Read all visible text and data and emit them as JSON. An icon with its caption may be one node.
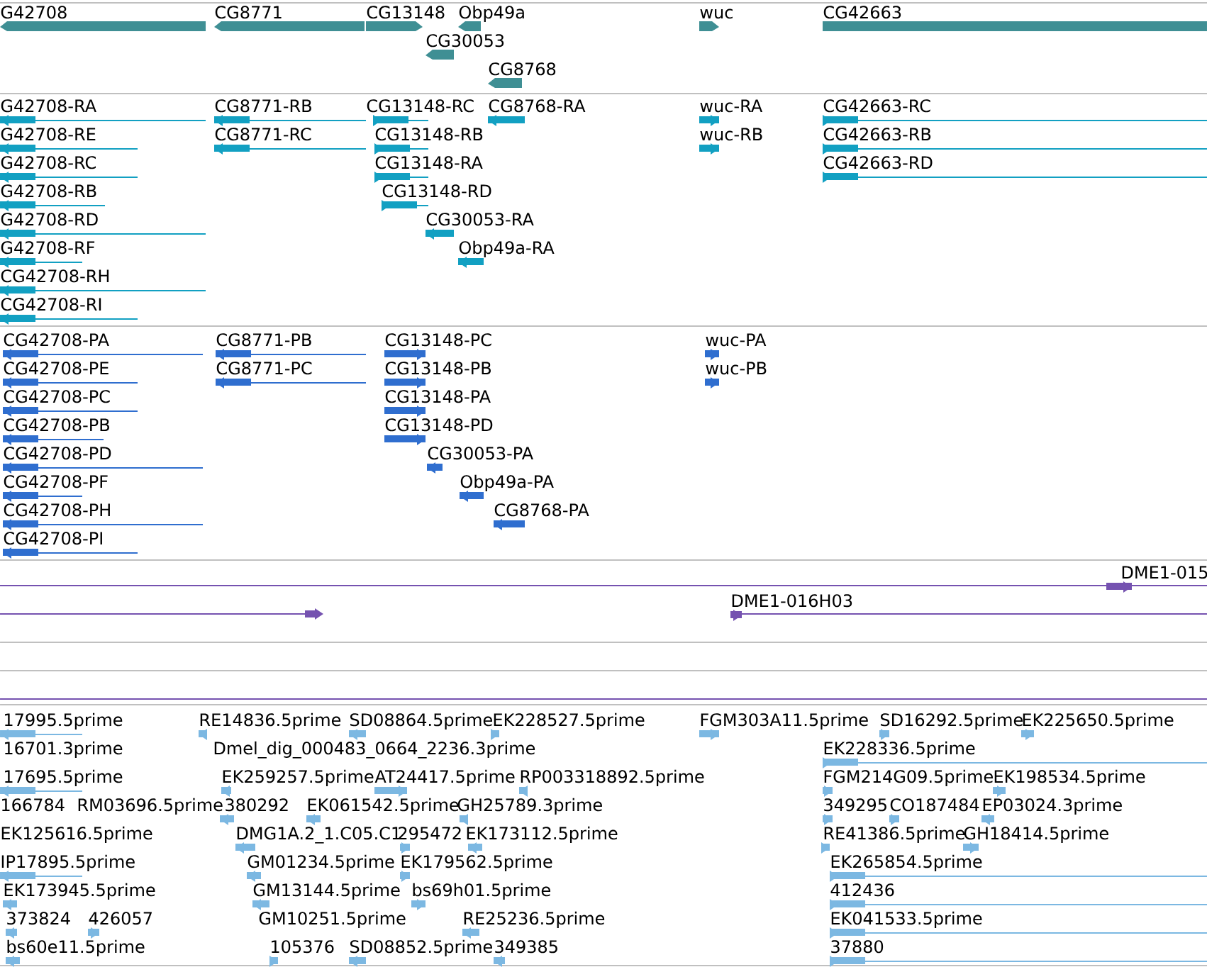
{
  "diagram": {
    "labels": [
      "G42708",
      "CG8771",
      "CG13148",
      "Obp49a",
      "wuc",
      "CG42663",
      "CG30053",
      "CG8768",
      "G42708-RA",
      "CG8771-RB",
      "CG13148-RC",
      "CG8768-RA",
      "wuc-RA",
      "CG42663-RC",
      "G42708-RE",
      "CG8771-RC",
      "CG13148-RB",
      "wuc-RB",
      "CG42663-RB",
      "G42708-RC",
      "CG13148-RA",
      "CG42663-RD",
      "G42708-RB",
      "CG13148-RD",
      "G42708-RD",
      "CG30053-RA",
      "G42708-RF",
      "Obp49a-RA",
      "CG42708-RH",
      "CG42708-RI",
      "CG42708-PA",
      "CG8771-PB",
      "CG13148-PC",
      "wuc-PA",
      "CG42708-PE",
      "CG8771-PC",
      "CG13148-PB",
      "wuc-PB",
      "CG42708-PC",
      "CG13148-PA",
      "CG42708-PB",
      "CG13148-PD",
      "CG42708-PD",
      "CG30053-PA",
      "CG42708-PF",
      "Obp49a-PA",
      "CG42708-PH",
      "CG8768-PA",
      "CG42708-PI",
      "DME1-015",
      "DME1-016H03",
      "17995.5prime",
      "RE14836.5prime",
      "SD08864.5prime",
      "EK228527.5prime",
      "FGM303A11.5prime",
      "SD16292.5prime",
      "EK225650.5prime",
      "16701.3prime",
      "Dmel_dig_000483_0664_2236.3prime",
      "EK228336.5prime",
      "17695.5prime",
      "EK259257.5prime",
      "AT24417.5prime",
      "RP003318892.5prime",
      "FGM214G09.5prime",
      "EK198534.5prime",
      "166784",
      "RM03696.5prime",
      "380292",
      "EK061542.5prime",
      "GH25789.3prime",
      "349295",
      "CO187484",
      "EP03024.3prime",
      "EK125616.5prime",
      "DMG1A.2_1.C05.C1",
      "295472",
      "EK173112.5prime",
      "RE41386.5prime",
      "GH18414.5prime",
      "IP17895.5prime",
      "GM01234.5prime",
      "EK179562.5prime",
      "EK265854.5prime",
      "EK173945.5prime",
      "GM13144.5prime",
      "bs69h01.5prime",
      "412436",
      "373824",
      "426057",
      "GM10251.5prime",
      "RE25236.5prime",
      "EK041533.5prime",
      "bs60e11.5prime",
      "105376",
      "SD08852.5prime",
      "349385",
      "37880"
    ]
  }
}
